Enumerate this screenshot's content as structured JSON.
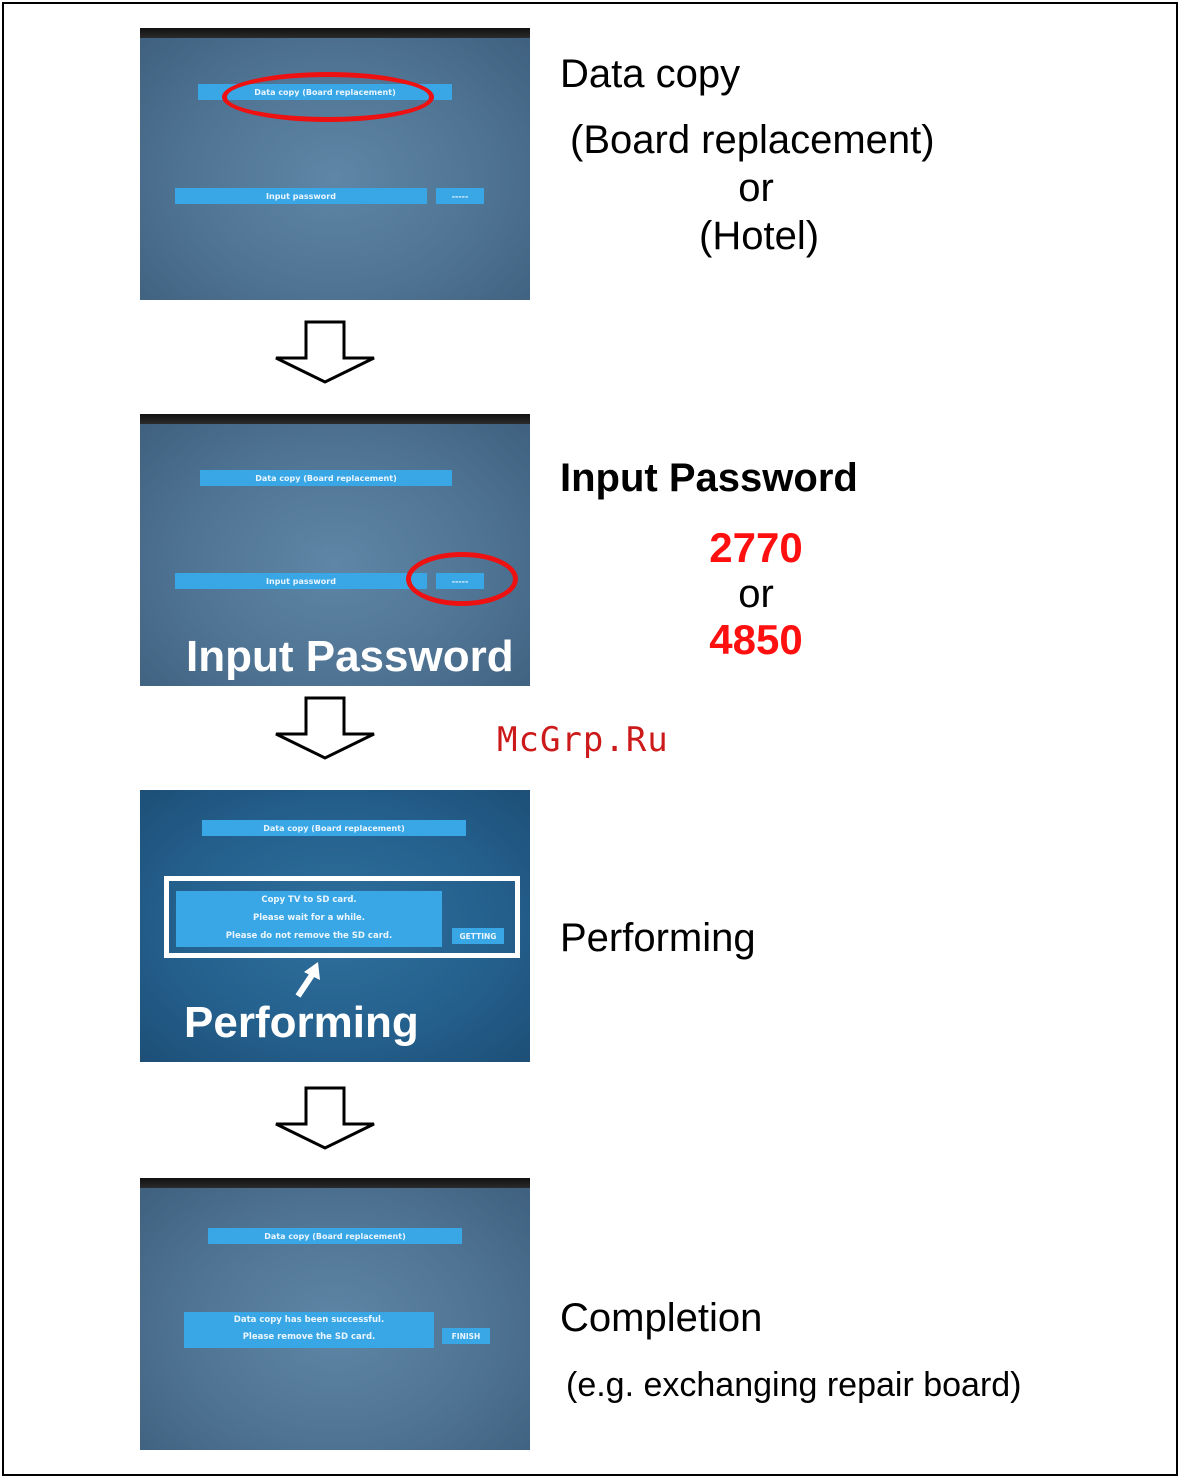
{
  "steps": [
    {
      "screen_title": "Data copy (Board replacement)",
      "screen_input_label": "Input password",
      "screen_input_value": "-----",
      "caption_line1": "Data copy",
      "caption_line2": "(Board replacement)",
      "caption_or": "or",
      "caption_line3": "(Hotel)"
    },
    {
      "screen_title": "Data copy (Board replacement)",
      "screen_input_label": "Input password",
      "screen_input_value": "-----",
      "overlay": "Input Password",
      "caption_title": "Input Password",
      "password_1": "2770",
      "caption_or": "or",
      "password_2": "4850"
    },
    {
      "screen_title": "Data copy (Board replacement)",
      "message_lines": [
        "Copy TV to SD card.",
        "Please wait for a while.",
        "Please do not remove the SD card."
      ],
      "status_button": "GETTING",
      "overlay": "Performing",
      "caption": "Performing"
    },
    {
      "screen_title": "Data copy (Board replacement)",
      "message_lines": [
        "Data copy has been successful.",
        "Please remove the SD card."
      ],
      "finish_button": "FINISH",
      "caption": "Completion",
      "caption_note": "(e.g. exchanging repair board)"
    }
  ],
  "watermark": "McGrp.Ru",
  "colors": {
    "highlight_red": "#ff1010",
    "menu_blue": "#39a6e6",
    "screen_bg": "#4f7393"
  }
}
